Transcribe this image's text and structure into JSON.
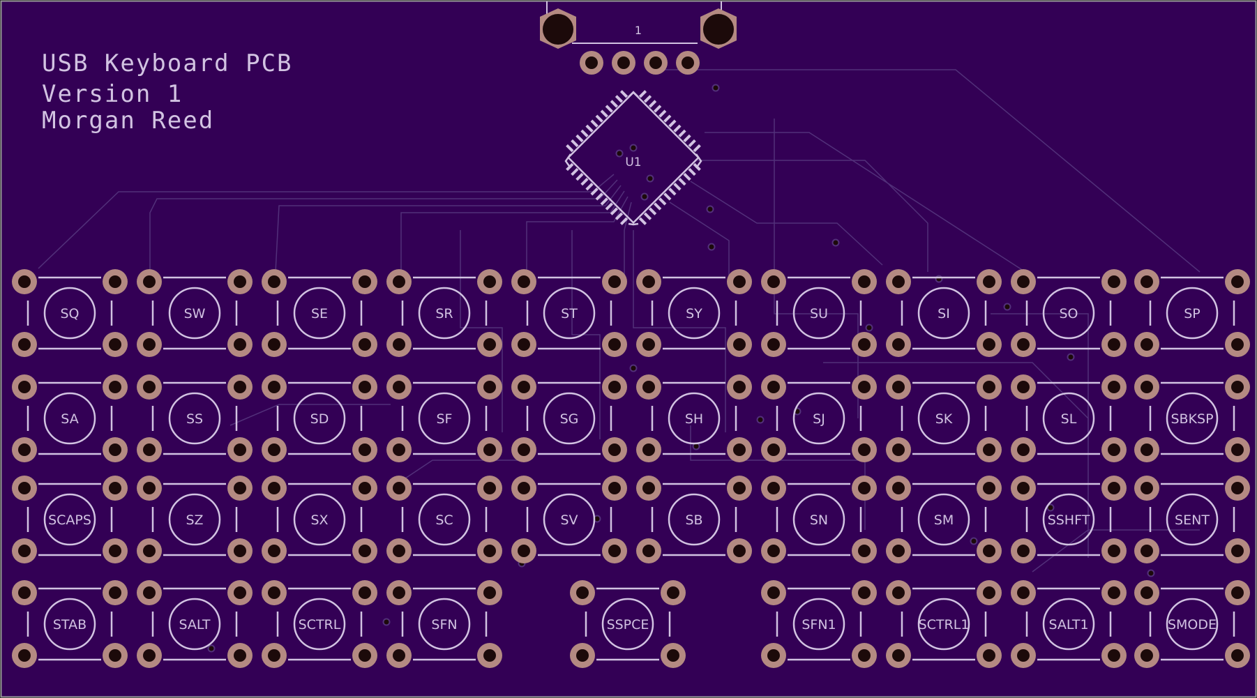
{
  "colors": {
    "board": "#330055",
    "edge": "#9a9a9a",
    "silk": "#d2c3e2",
    "trace": "#52307a",
    "pad": "#b48a82",
    "drill": "#1c0a0a"
  },
  "title_block": {
    "line1": "USB Keyboard PCB",
    "line2": "Version 1",
    "line3": "Morgan Reed"
  },
  "usb_connector": {
    "label": "1",
    "pin_count": 4
  },
  "mcu": {
    "label": "U1"
  },
  "keys": {
    "row1": [
      "SQ",
      "SW",
      "SE",
      "SR",
      "ST",
      "SY",
      "SU",
      "SI",
      "SO",
      "SP"
    ],
    "row2": [
      "SA",
      "SS",
      "SD",
      "SF",
      "SG",
      "SH",
      "SJ",
      "SK",
      "SL",
      "SBKSP"
    ],
    "row3": [
      "SCAPS",
      "SZ",
      "SX",
      "SC",
      "SV",
      "SB",
      "SN",
      "SM",
      "SSHFT",
      "SENT"
    ],
    "row4": [
      "STAB",
      "SALT",
      "SCTRL",
      "SFN",
      "SSPCE",
      "SFN1",
      "SCTRL1",
      "SALT1",
      "SMODE"
    ]
  }
}
